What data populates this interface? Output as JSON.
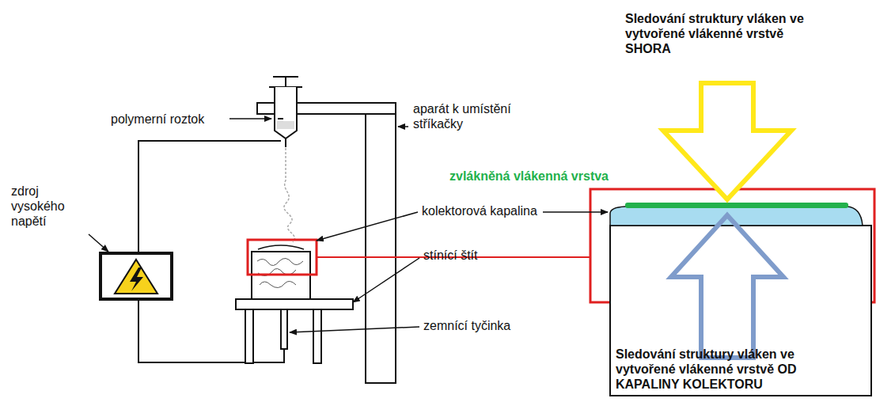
{
  "diagram": {
    "labels": [
      "Sledování struktury vláken ve vytvořené vlákenné vrstvě SHORA",
      "polymerní roztok",
      "aparát k umístění stříkačky",
      "zvlákněná vlákenná vrstva",
      "zdroj vysokého napětí",
      "kolektorová kapalina",
      "stínící štít",
      "zemnící tyčinka",
      "Sledování struktury vláken ve vytvořené vlákenné vrstvě OD KAPALINY KOLEKTORU"
    ]
  }
}
